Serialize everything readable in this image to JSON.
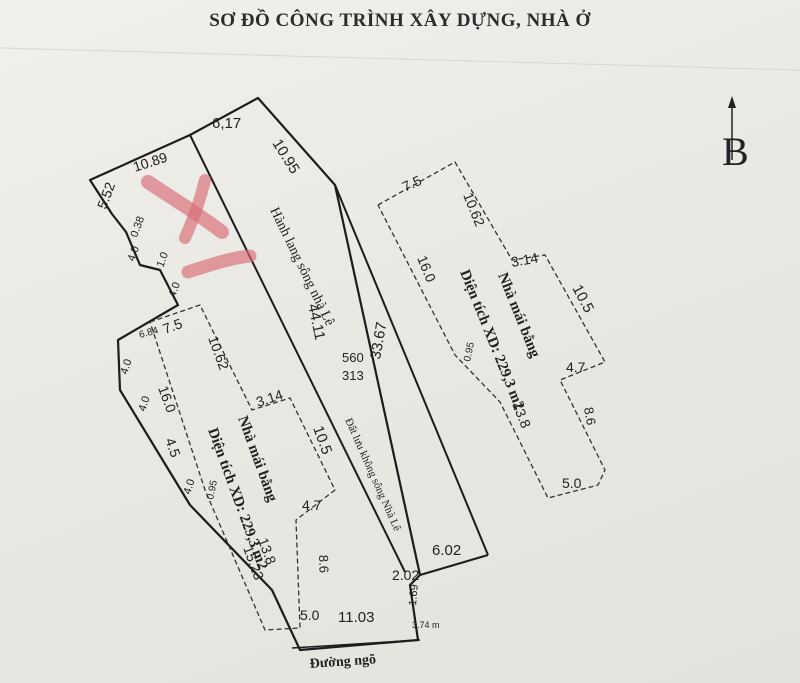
{
  "title": "SƠ ĐỒ CÔNG TRÌNH XÂY DỰNG, NHÀ Ở",
  "north": {
    "letter": "B"
  },
  "corridor": {
    "label": "Hành lang sông nhà Lê"
  },
  "land_label": "Đất lưu không sông Nhà Lê",
  "road": "Đường ngõ",
  "parcel": {
    "top": "560",
    "bottom": "313"
  },
  "house": {
    "name": "Nhà mái bằng",
    "area": "Diện tích XD: 229,3 m2"
  },
  "dims": {
    "d617": "6,17",
    "d1095": "10.95",
    "d1089": "10.89",
    "d552": "5.52",
    "d038": "0.38",
    "d40a": "4.0",
    "d10": "1.0",
    "d40b": "4.0",
    "d4411": "44.11",
    "d3367": "33.67",
    "d684": "6.84",
    "d40c": "4.0",
    "d40d": "4.0",
    "d45": "4.5",
    "d40e": "4.0",
    "d1523": "15.23",
    "d1103": "11.03",
    "d202": "2.02",
    "d602": "6.02",
    "d169": "1.69",
    "d374": "3.74 m"
  },
  "left_house_dims": {
    "a": "7.5",
    "b": "10.62",
    "c": "3.14",
    "d": "10.5",
    "e": "16.0",
    "f": "0.95",
    "g": "4.7",
    "h": "8.6",
    "i": "13.8",
    "j": "5.0"
  },
  "right_house_dims": {
    "a": "7.5",
    "b": "10.62",
    "c": "3.14",
    "d": "10.5",
    "e": "16.0",
    "f": "0.95",
    "g": "4.7",
    "h": "8.6",
    "i": "13.8",
    "j": "5.0"
  }
}
